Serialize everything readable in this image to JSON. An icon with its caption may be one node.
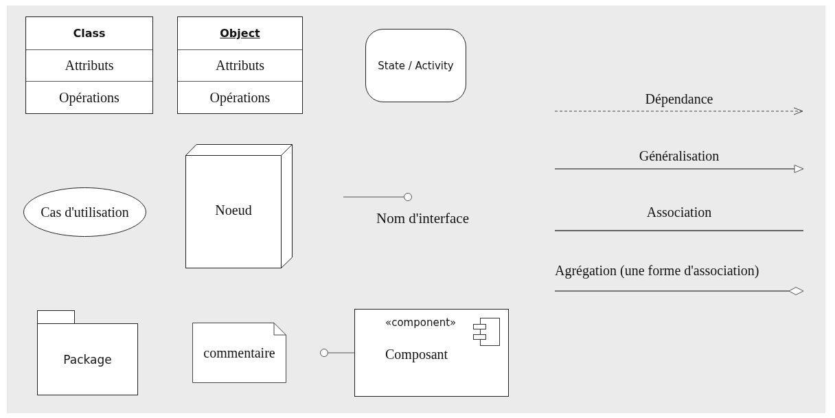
{
  "diagram": {
    "nodes": [
      {
        "text": [
          "Class",
          "Attributs",
          "Opérations"
        ]
      },
      {
        "text": [
          "Object",
          "Attributs",
          "Opérations"
        ]
      },
      {
        "text": [
          "State / Activity"
        ]
      },
      {
        "text": [
          "Cas d'utilisation"
        ]
      },
      {
        "text": [
          "Noeud"
        ]
      },
      {
        "text": [],
        "shape": "circle",
        "beside": [
          "Nom d'interface"
        ]
      },
      {
        "text": [
          "Package"
        ]
      },
      {
        "text": [
          "commentaire"
        ]
      },
      {
        "text": [],
        "shape": "circle"
      },
      {
        "text": [
          "«component»",
          "Composant"
        ]
      }
    ],
    "edges": [
      {
        "from": null,
        "to": 5,
        "arrow": "none"
      },
      {
        "from": 8,
        "to": 9,
        "arrow": "none"
      }
    ],
    "legend": [
      {
        "text": "Dépendance"
      },
      {
        "text": "Généralisation"
      },
      {
        "text": "Association"
      },
      {
        "text": "Agrégation (une forme d'association)"
      }
    ]
  }
}
